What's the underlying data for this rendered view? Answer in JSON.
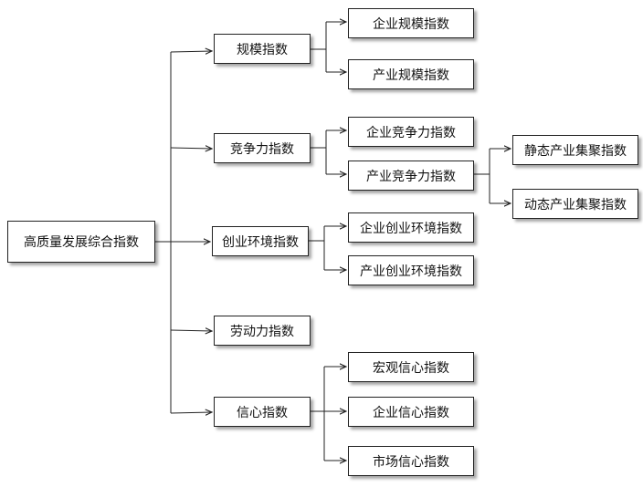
{
  "diagram": {
    "root": {
      "label": "高质量发展综合指数"
    },
    "branches": [
      {
        "label": "规模指数",
        "children": [
          {
            "label": "企业规模指数"
          },
          {
            "label": "产业规模指数"
          }
        ]
      },
      {
        "label": "竞争力指数",
        "children": [
          {
            "label": "企业竞争力指数"
          },
          {
            "label": "产业竞争力指数",
            "children": [
              {
                "label": "静态产业集聚指数"
              },
              {
                "label": "动态产业集聚指数"
              }
            ]
          }
        ]
      },
      {
        "label": "创业环境指数",
        "children": [
          {
            "label": "企业创业环境指数"
          },
          {
            "label": "产业创业环境指数"
          }
        ]
      },
      {
        "label": "劳动力指数",
        "children": []
      },
      {
        "label": "信心指数",
        "children": [
          {
            "label": "宏观信心指数"
          },
          {
            "label": "企业信心指数"
          },
          {
            "label": "市场信心指数"
          }
        ]
      }
    ]
  }
}
